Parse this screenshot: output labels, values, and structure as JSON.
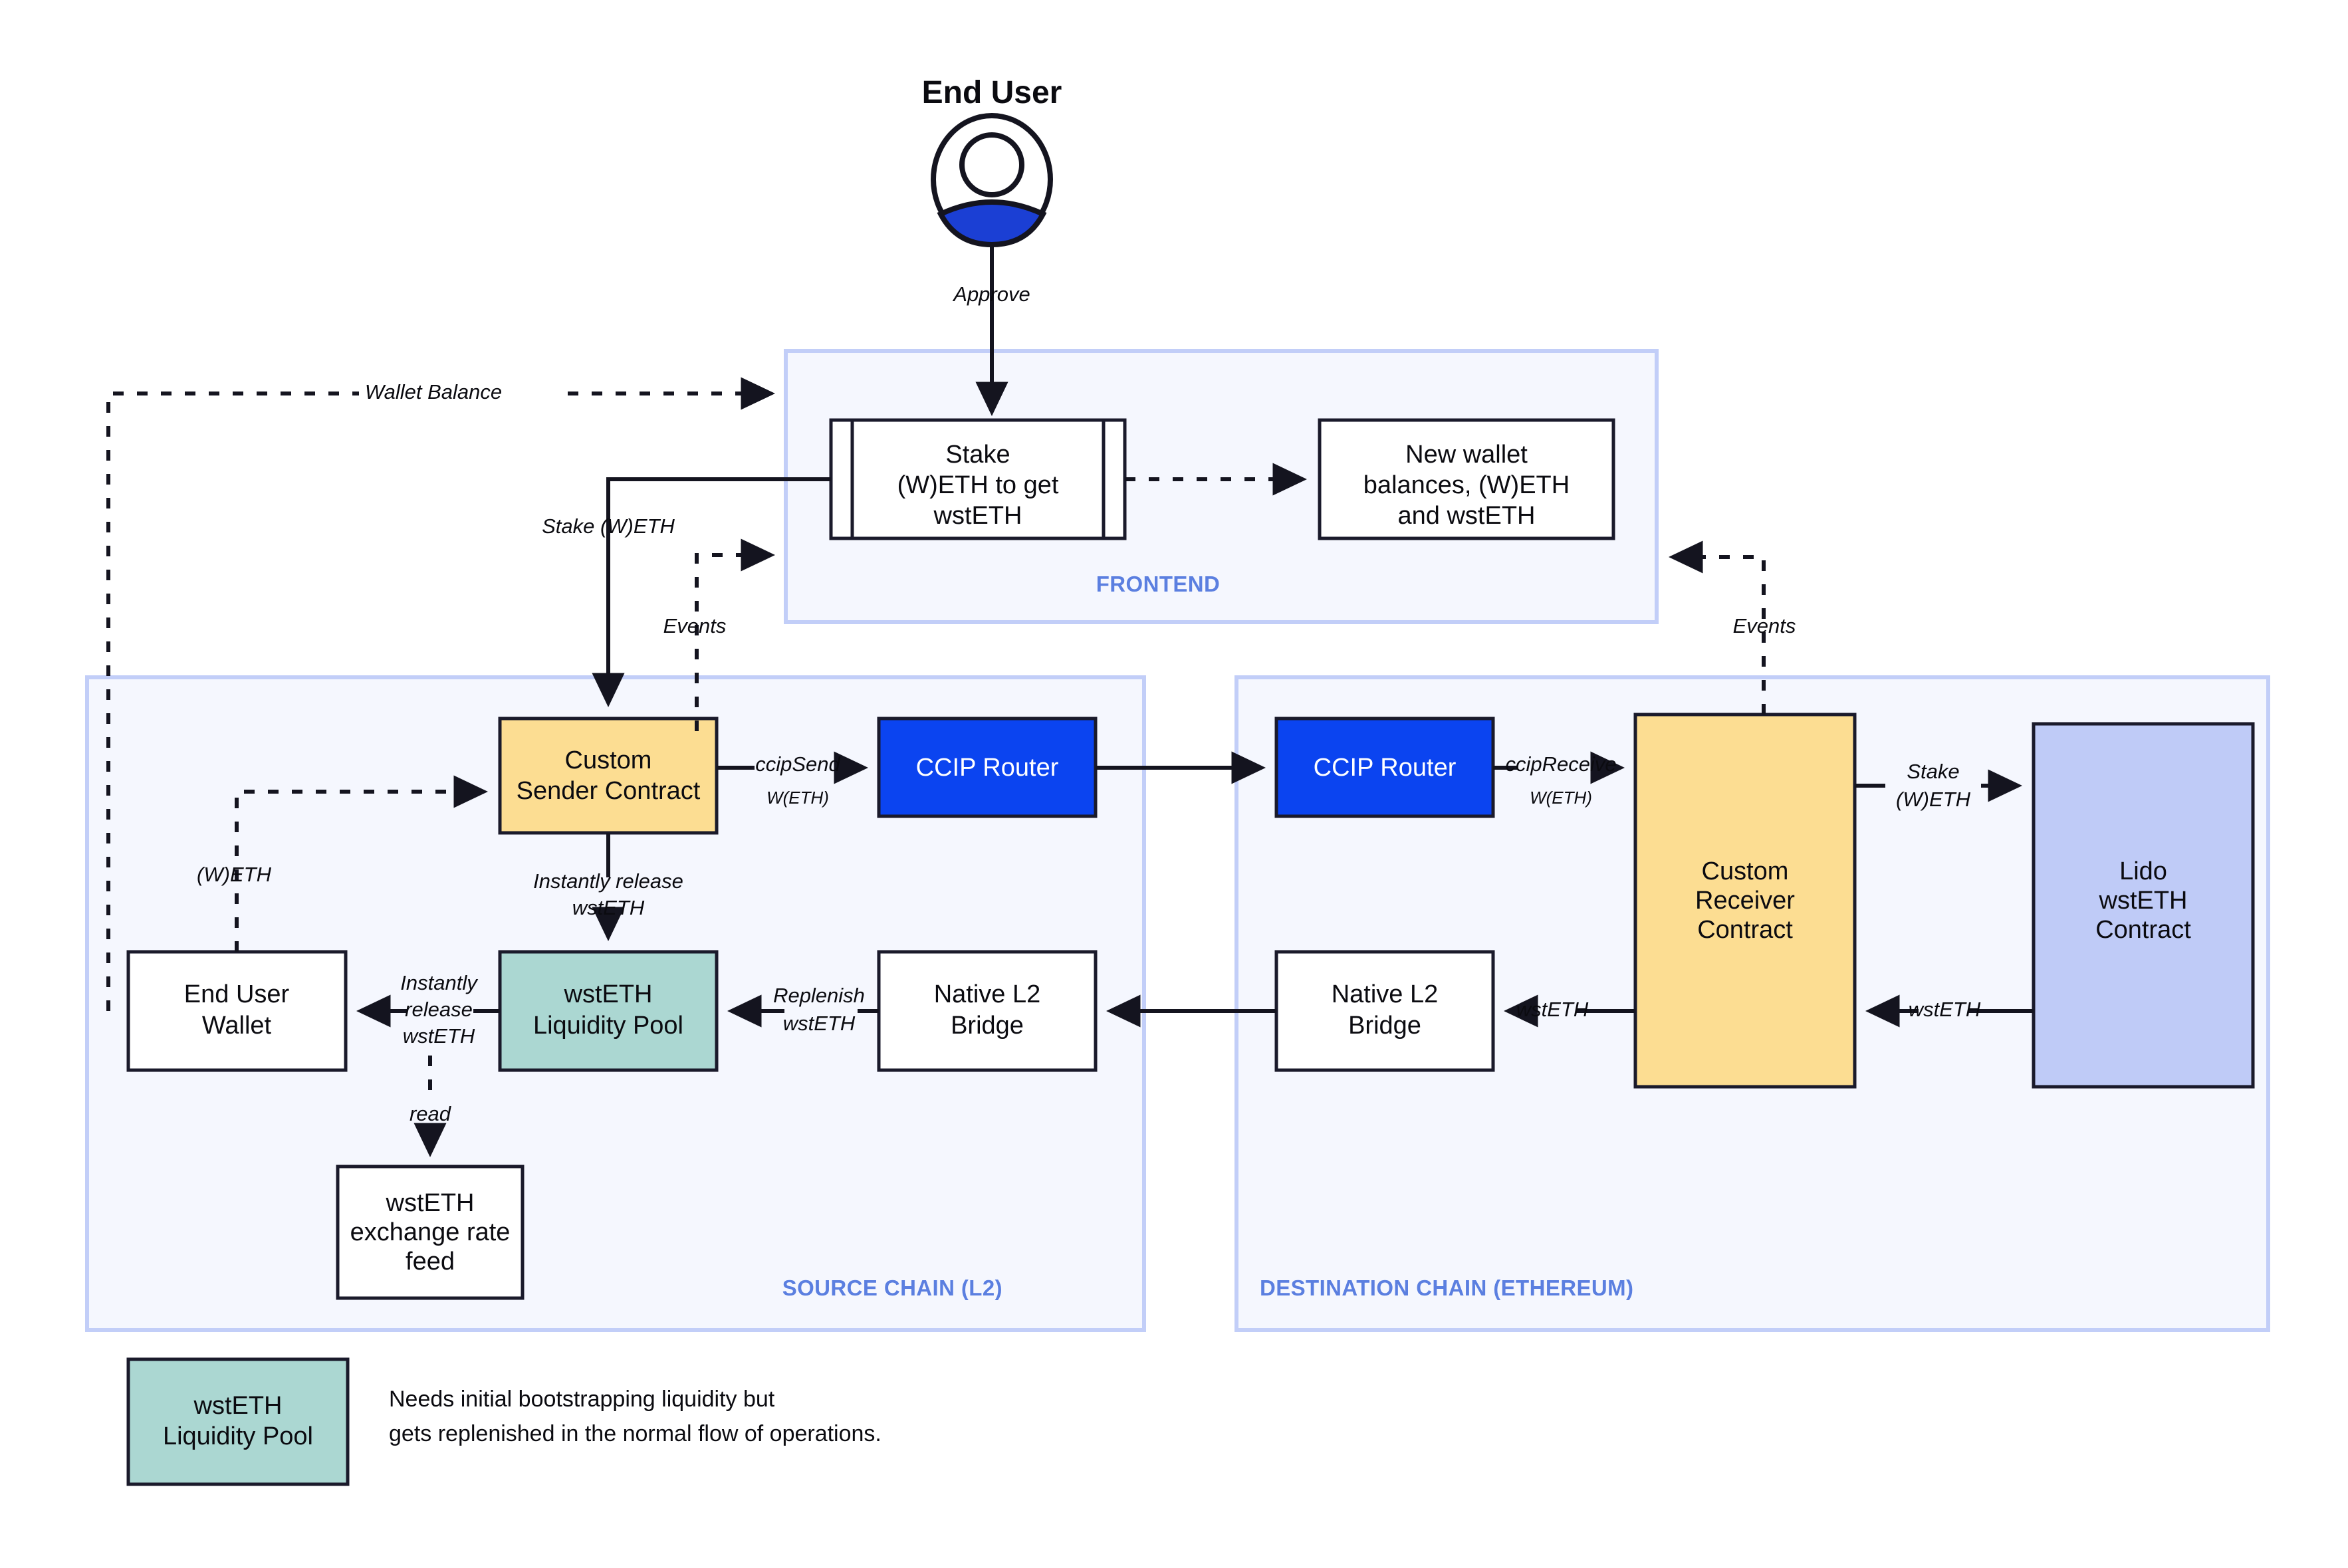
{
  "actor": {
    "label": "End User",
    "icon": "user-avatar-icon"
  },
  "containers": [
    {
      "id": "frontend",
      "label": "FRONTEND"
    },
    {
      "id": "source",
      "label": "SOURCE CHAIN (L2)"
    },
    {
      "id": "destination",
      "label": "DESTINATION CHAIN (ETHEREUM)"
    }
  ],
  "nodes": {
    "stake_form": {
      "lines": [
        "Stake",
        "(W)ETH to get",
        "wstETH"
      ],
      "shape": "subroutine",
      "fill": "#FFFFFF"
    },
    "new_balances": {
      "lines": [
        "New wallet",
        "balances, (W)ETH",
        "and wstETH"
      ],
      "shape": "rect",
      "fill": "#FFFFFF"
    },
    "sender_contract": {
      "lines": [
        "Custom",
        "Sender Contract"
      ],
      "shape": "rect",
      "fill": "#FCDD92"
    },
    "ccip_router_src": {
      "lines": [
        "CCIP Router"
      ],
      "shape": "rect",
      "fill": "#0B44F0"
    },
    "ccip_router_dst": {
      "lines": [
        "CCIP Router"
      ],
      "shape": "rect",
      "fill": "#0B44F0"
    },
    "receiver_contract": {
      "lines": [
        "Custom",
        "Receiver",
        "Contract"
      ],
      "shape": "rect",
      "fill": "#FCDD92"
    },
    "lido_contract": {
      "lines": [
        "Lido",
        "wstETH",
        "Contract"
      ],
      "shape": "rect",
      "fill": "#BFCBF7"
    },
    "end_user_wallet": {
      "lines": [
        "End User",
        "Wallet"
      ],
      "shape": "rect",
      "fill": "#FFFFFF"
    },
    "liquidity_pool": {
      "lines": [
        "wstETH",
        "Liquidity Pool"
      ],
      "shape": "rect",
      "fill": "#ABD7D2"
    },
    "bridge_src": {
      "lines": [
        "Native L2",
        "Bridge"
      ],
      "shape": "rect",
      "fill": "#FFFFFF"
    },
    "bridge_dst": {
      "lines": [
        "Native L2",
        "Bridge"
      ],
      "shape": "rect",
      "fill": "#FFFFFF"
    },
    "rate_feed": {
      "lines": [
        "wstETH",
        "exchange rate",
        "feed"
      ],
      "shape": "rect",
      "fill": "#FFFFFF"
    }
  },
  "edge_labels": {
    "approve": "Approve",
    "wallet_balance": "Wallet Balance",
    "stake_weth": "Stake (W)ETH",
    "events_left": "Events",
    "events_right": "Events",
    "ccip_send": "ccipSend",
    "ccip_send_token": "W(ETH)",
    "ccip_receive": "ccipReceive",
    "ccip_receive_token": "W(ETH)",
    "stake_weth_dst_l1": "Stake",
    "stake_weth_dst_l2": "(W)ETH",
    "weth": "(W)ETH",
    "instant_release_l1": "Instantly release",
    "instant_release_l2": "wstETH",
    "instant_release_wallet_l1": "Instantly",
    "instant_release_wallet_l2": "release",
    "instant_release_wallet_l3": "wstETH",
    "replenish_l1": "Replenish",
    "replenish_l2": "wstETH",
    "wsteth_mid": "wstETH",
    "wsteth_right": "wstETH",
    "read": "read"
  },
  "legend": {
    "swatch_lines": [
      "wstETH",
      "Liquidity Pool"
    ],
    "swatch_color": "#ABD7D2",
    "note_line1": "Needs initial bootstrapping liquidity but",
    "note_line2": "gets replenished in the normal flow of operations."
  },
  "colors": {
    "container_fill": "#F5F7FE",
    "container_stroke": "#C2CEF8",
    "section_label": "#5B7FE0",
    "node_stroke": "#1A1A2B",
    "ccip_blue": "#0B44F0",
    "amber": "#FCDD92",
    "teal": "#ABD7D2",
    "lido_blue": "#BFCBF7",
    "avatar_blue": "#1B3FD4"
  }
}
